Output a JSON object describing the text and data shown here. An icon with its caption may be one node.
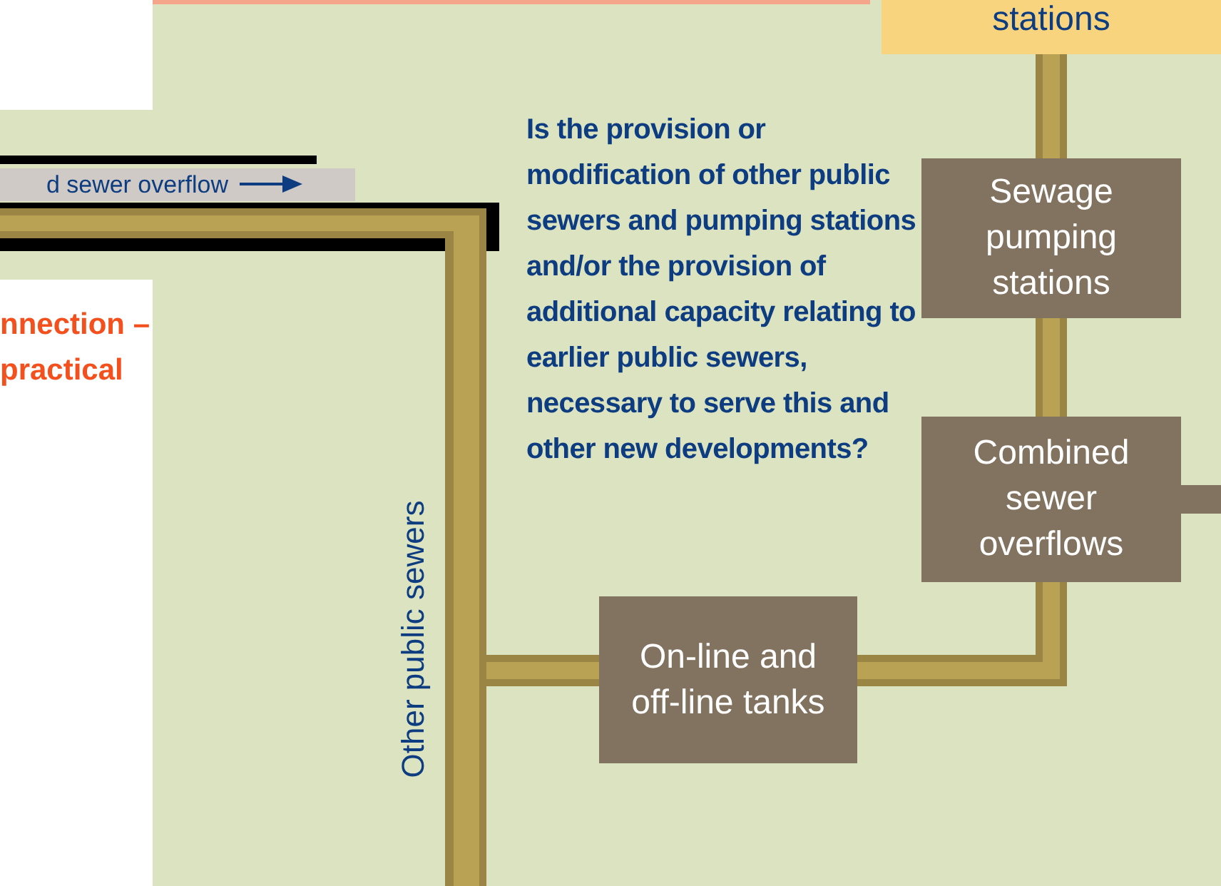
{
  "diagram": {
    "nodes": [
      {
        "text": [
          "stations"
        ]
      },
      {
        "text": [
          "Sewage pumping stations"
        ]
      },
      {
        "text": [
          "Combined sewer overflows"
        ]
      },
      {
        "text": [
          "On-line and off-line tanks"
        ]
      }
    ],
    "edges": [
      {
        "from": 0,
        "to": 1,
        "arrow": "none"
      },
      {
        "from": 1,
        "to": 2,
        "arrow": "none"
      },
      {
        "from": 2,
        "to": 3,
        "arrow": "none"
      },
      {
        "from": 3,
        "to": null,
        "arrow": "none"
      },
      {
        "from": 2,
        "to": null,
        "arrow": "none"
      }
    ],
    "labels": [
      "d sewer overflow",
      "nnection – practical",
      "Is the provision or modification of other public sewers and pumping stations and/or the provision of additional capacity relating to earlier public sewers, necessary to serve this and other new developments?",
      "Other public sewers"
    ]
  }
}
